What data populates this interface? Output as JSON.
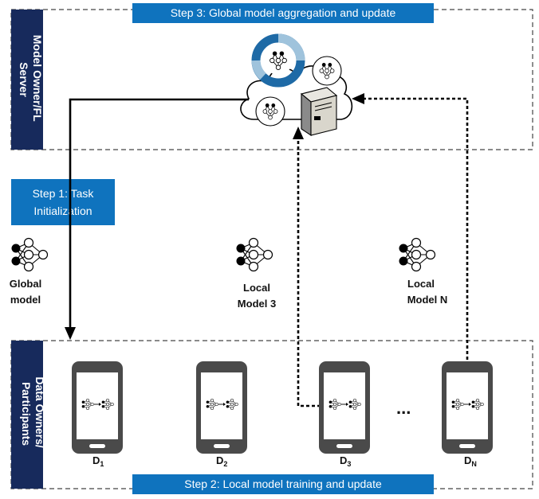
{
  "colors": {
    "step_box": "#0f73be",
    "side_band": "#172a5c",
    "arrow": "#000000",
    "phone_body": "#4a4a4a"
  },
  "steps": {
    "step3": "Step 3: Global model aggregation and update",
    "step1": [
      "Step 1: Task",
      "Initialization"
    ],
    "step2": "Step 2: Local model training and update"
  },
  "sides": {
    "server": [
      "Model Owner/FL",
      "Server"
    ],
    "participants": [
      "Data Owners/",
      "Participants"
    ]
  },
  "models": {
    "global": [
      "Global",
      "model"
    ],
    "local3": [
      "Local",
      "Model 3"
    ],
    "localN": [
      "Local",
      "Model N"
    ]
  },
  "devices": [
    {
      "label": "D",
      "sub": "1"
    },
    {
      "label": "D",
      "sub": "2"
    },
    {
      "label": "D",
      "sub": "3"
    },
    {
      "label": "D",
      "sub": "N"
    }
  ],
  "ellipsis": "...",
  "icons": {
    "cloud": "cloud-icon",
    "server": "server-icon",
    "ring": "ring-chart-icon",
    "model": "neural-network-icon",
    "phone": "smartphone-icon"
  }
}
